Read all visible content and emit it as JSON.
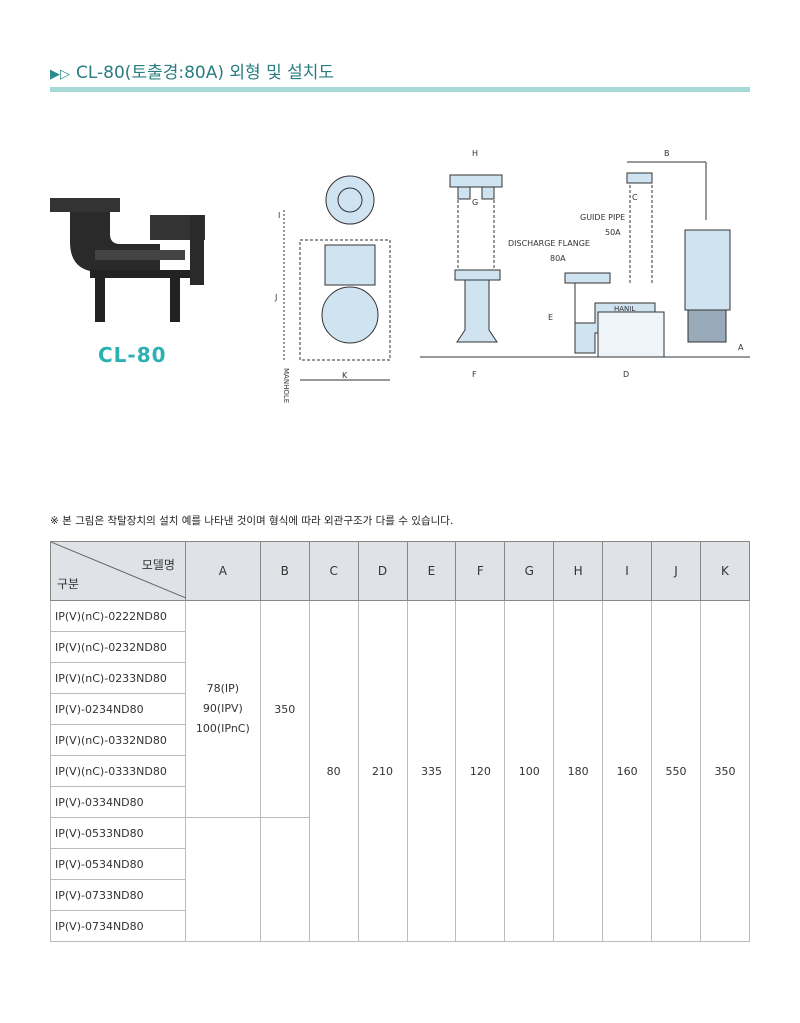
{
  "title": "CL-80(토출경:80A) 외형 및 설치도",
  "title_marker": "▶▷",
  "model_label": "CL-80",
  "drawing": {
    "dim_labels": [
      "H",
      "G",
      "B",
      "C",
      "I",
      "J",
      "K",
      "F",
      "D",
      "E",
      "A"
    ],
    "guide_pipe": "GUIDE PIPE",
    "guide_pipe_size": "50A",
    "discharge_flange": "DISCHARGE FLANGE",
    "discharge_flange_size": "80A",
    "manhole": "MANHOLE",
    "brand": "HANIL"
  },
  "note": "※ 본 그림은 착탈장치의 설치 예를 나타낸 것이며 형식에 따라 외관구조가 다를 수 있습니다.",
  "table": {
    "corner_top": "모델명",
    "corner_bottom": "구분",
    "columns": [
      "A",
      "B",
      "C",
      "D",
      "E",
      "F",
      "G",
      "H",
      "I",
      "J",
      "K"
    ],
    "models": [
      "IP(V)(nC)-0222ND80",
      "IP(V)(nC)-0232ND80",
      "IP(V)(nC)-0233ND80",
      "IP(V)-0234ND80",
      "IP(V)(nC)-0332ND80",
      "IP(V)(nC)-0333ND80",
      "IP(V)-0334ND80",
      "IP(V)-0533ND80",
      "IP(V)-0534ND80",
      "IP(V)-0733ND80",
      "IP(V)-0734ND80"
    ],
    "A_values": [
      "78(IP)",
      "90(IPV)",
      "100(IPnC)"
    ],
    "B_value": "350",
    "common": {
      "C": "80",
      "D": "210",
      "E": "335",
      "F": "120",
      "G": "100",
      "H": "180",
      "I": "160",
      "J": "550",
      "K": "350"
    }
  }
}
